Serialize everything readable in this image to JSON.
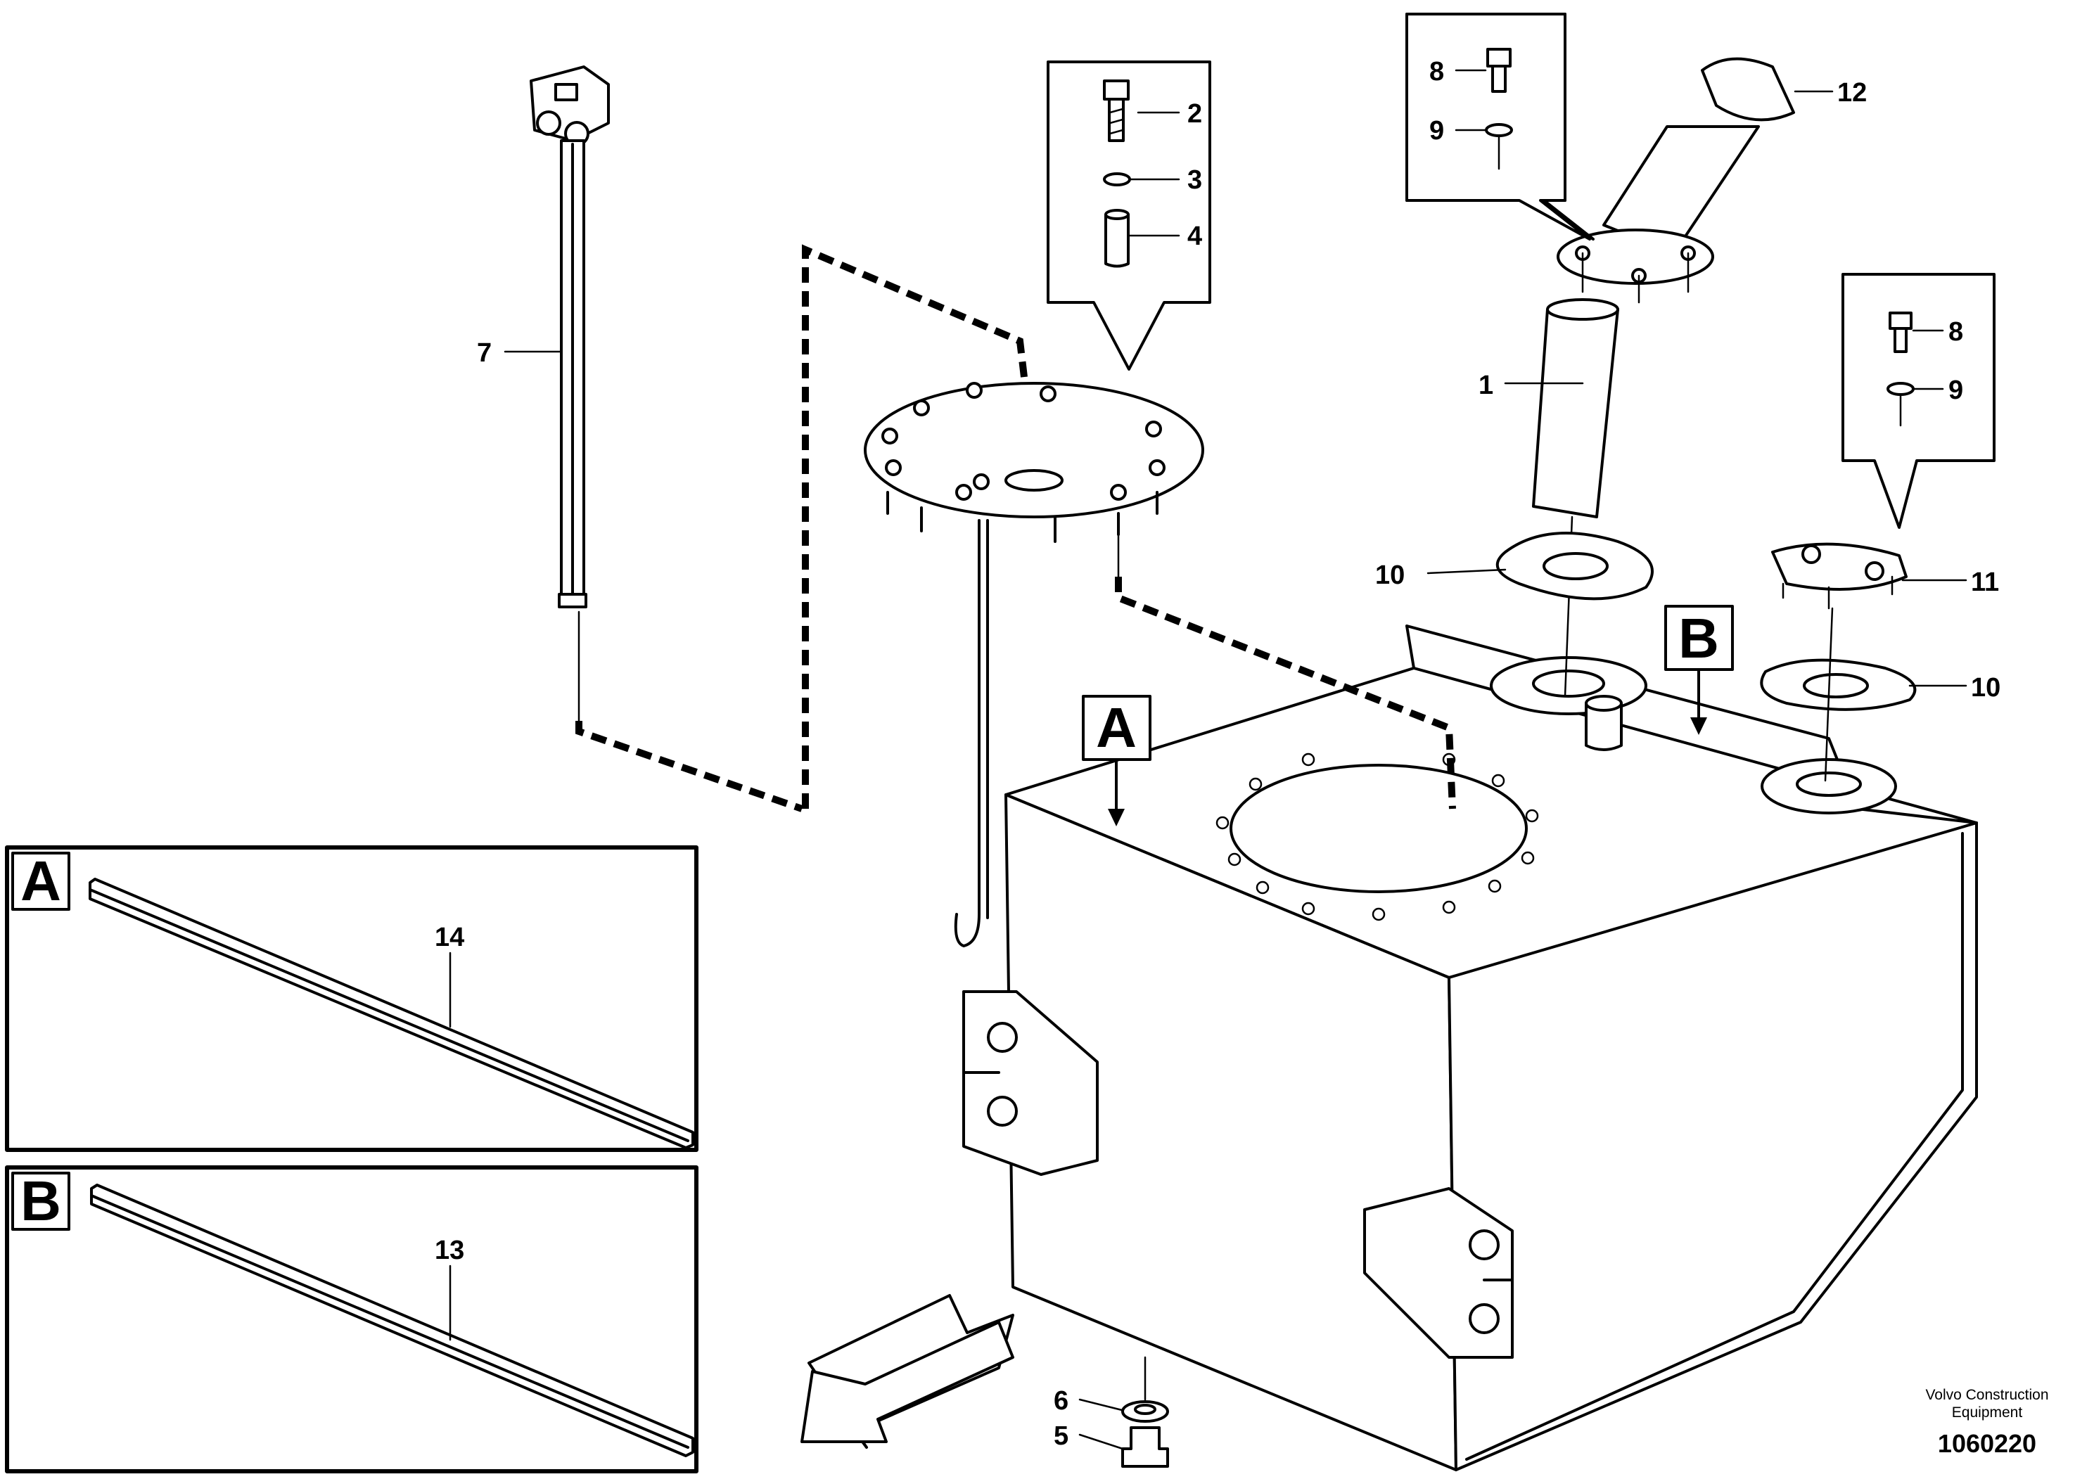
{
  "diagram": {
    "callouts": [
      {
        "id": "callout-1",
        "label": "1"
      },
      {
        "id": "callout-2",
        "label": "2"
      },
      {
        "id": "callout-3",
        "label": "3"
      },
      {
        "id": "callout-4",
        "label": "4"
      },
      {
        "id": "callout-5",
        "label": "5"
      },
      {
        "id": "callout-6",
        "label": "6"
      },
      {
        "id": "callout-7",
        "label": "7"
      },
      {
        "id": "callout-8a",
        "label": "8"
      },
      {
        "id": "callout-9a",
        "label": "9"
      },
      {
        "id": "callout-8b",
        "label": "8"
      },
      {
        "id": "callout-9b",
        "label": "9"
      },
      {
        "id": "callout-10a",
        "label": "10"
      },
      {
        "id": "callout-10b",
        "label": "10"
      },
      {
        "id": "callout-11",
        "label": "11"
      },
      {
        "id": "callout-12",
        "label": "12"
      },
      {
        "id": "callout-13",
        "label": "13"
      },
      {
        "id": "callout-14",
        "label": "14"
      }
    ],
    "section_labels": {
      "a_marker": "A",
      "b_marker": "B",
      "a_detail": "A",
      "b_detail": "B"
    },
    "credit_line1": "Volvo Construction",
    "credit_line2": "Equipment",
    "doc_number": "1060220"
  }
}
